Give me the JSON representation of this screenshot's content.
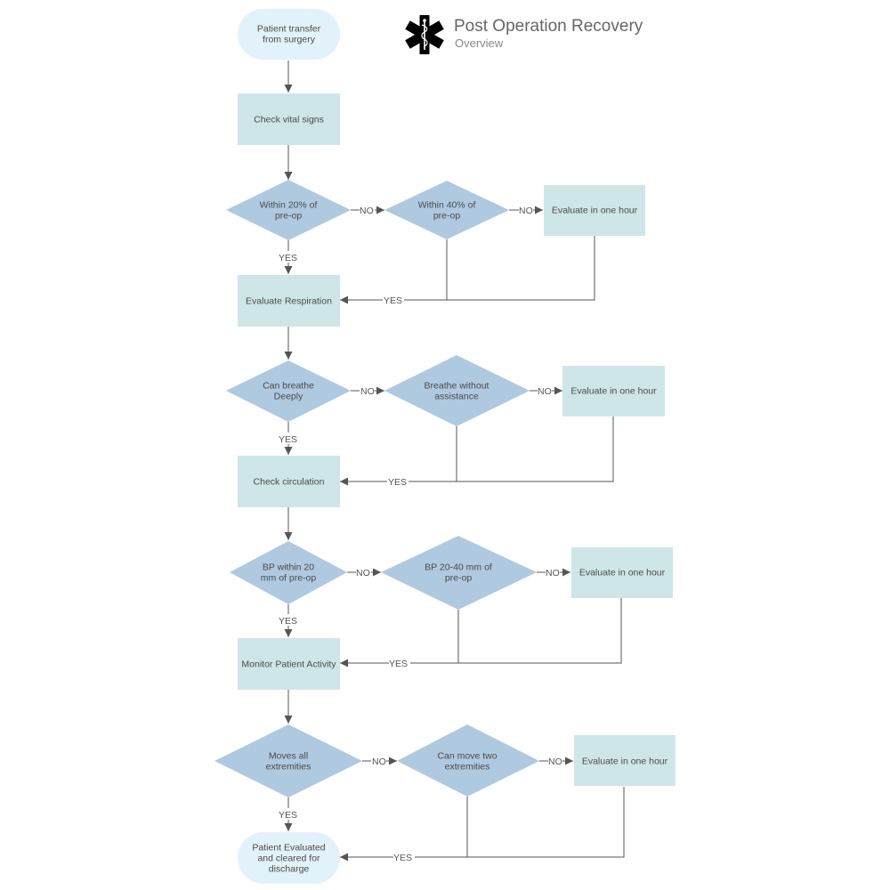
{
  "header": {
    "title": "Post Operation Recovery",
    "subtitle": "Overview",
    "logo_icon": "star-of-life-icon"
  },
  "colors": {
    "terminal": "#e2f2fa",
    "process": "#cfe6e8",
    "decision": "#afc9e0",
    "line": "#555555",
    "text": "#4a4a4a"
  },
  "nodes": {
    "start": [
      "Patient transfer",
      "from surgery"
    ],
    "check_vitals": [
      "Check vital signs"
    ],
    "within20": [
      "Within 20% of",
      "pre-op"
    ],
    "within40": [
      "Within 40% of",
      "pre-op"
    ],
    "eval1": [
      "Evaluate in one hour"
    ],
    "eval_resp": [
      "Evaluate Respiration"
    ],
    "breathe_deep": [
      "Can breathe",
      "Deeply"
    ],
    "breathe_assist": [
      "Breathe without",
      "assistance"
    ],
    "eval2": [
      "Evaluate in one hour"
    ],
    "check_circ": [
      "Check circulation"
    ],
    "bp20": [
      "BP within 20",
      "mm of pre-op"
    ],
    "bp2040": [
      "BP 20-40 mm of",
      "pre-op"
    ],
    "eval3": [
      "Evaluate in one hour"
    ],
    "monitor": [
      "Monitor Patient Activity"
    ],
    "moves_all": [
      "Moves all",
      "extremities"
    ],
    "move_two": [
      "Can move two",
      "extremities"
    ],
    "eval4": [
      "Evaluate in one hour"
    ],
    "end": [
      "Patient Evaluated",
      "and cleared for",
      "discharge"
    ]
  },
  "edge_labels": {
    "no": "NO",
    "yes": "YES"
  }
}
